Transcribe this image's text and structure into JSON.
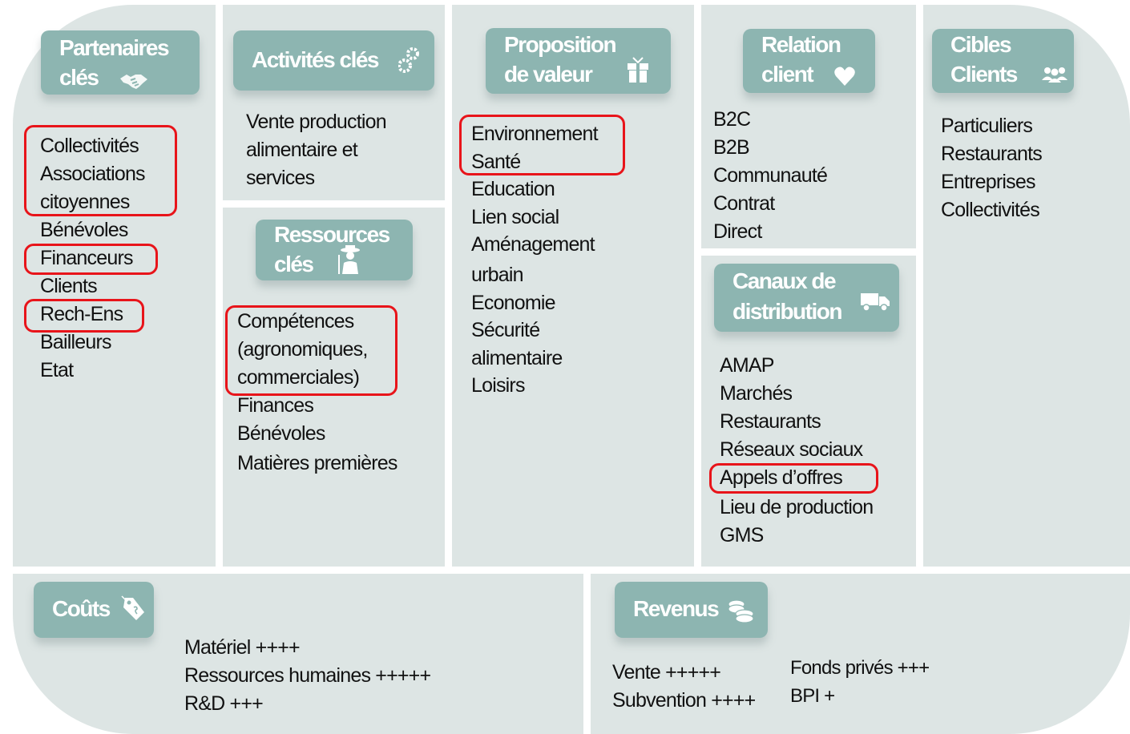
{
  "partenaires": {
    "title_line1": "Partenaires",
    "title_line2": "clés",
    "icon": "handshake-icon",
    "items": [
      "Collectivités",
      "Associations",
      "citoyennes",
      "Bénévoles",
      "Financeurs",
      "Clients",
      "Rech-Ens",
      "Bailleurs",
      "Etat"
    ]
  },
  "activites": {
    "title": "Activités clés",
    "icon": "gears-icon",
    "items": [
      "Vente production",
      "alimentaire et",
      "services"
    ]
  },
  "ressources": {
    "title_line1": "Ressources",
    "title_line2": "clés",
    "icon": "farmer-icon",
    "items": [
      "Compétences",
      "(agronomiques,",
      "commerciales)",
      "Finances",
      "Bénévoles",
      "Matières premières"
    ]
  },
  "proposition": {
    "title_line1": "Proposition",
    "title_line2": "de valeur",
    "icon": "gift-icon",
    "items": [
      "Environnement",
      "Santé",
      "Education",
      "Lien social",
      "Aménagement",
      "urbain",
      "Economie",
      "Sécurité",
      "alimentaire",
      "Loisirs"
    ]
  },
  "relation": {
    "title_line1": "Relation",
    "title_line2": "client",
    "icon": "heart-icon",
    "items": [
      "B2C",
      "B2B",
      "Communauté",
      "Contrat",
      "Direct"
    ]
  },
  "canaux": {
    "title_line1": "Canaux de",
    "title_line2": "distribution",
    "icon": "truck-icon",
    "items": [
      "AMAP",
      "Marchés",
      "Restaurants",
      "Réseaux sociaux",
      "Appels d’offres",
      "Lieu de production",
      "GMS"
    ]
  },
  "cibles": {
    "title_line1": "Cibles",
    "title_line2": "Clients",
    "icon": "people-icon",
    "items": [
      "Particuliers",
      "Restaurants",
      "Entreprises",
      "Collectivités"
    ]
  },
  "couts": {
    "title": "Coûts",
    "icon": "price-tag-icon",
    "items": [
      "Matériel ++++",
      "Ressources humaines +++++",
      "R&D +++"
    ]
  },
  "revenus": {
    "title": "Revenus",
    "icon": "coins-icon",
    "items_left": [
      "Vente +++++",
      "Subvention ++++"
    ],
    "items_right": [
      "Fonds privés +++",
      "BPI +"
    ]
  },
  "colors": {
    "header_fill": "#8db5b1",
    "panel_fill": "#dde5e4",
    "highlight": "#e8141a"
  }
}
